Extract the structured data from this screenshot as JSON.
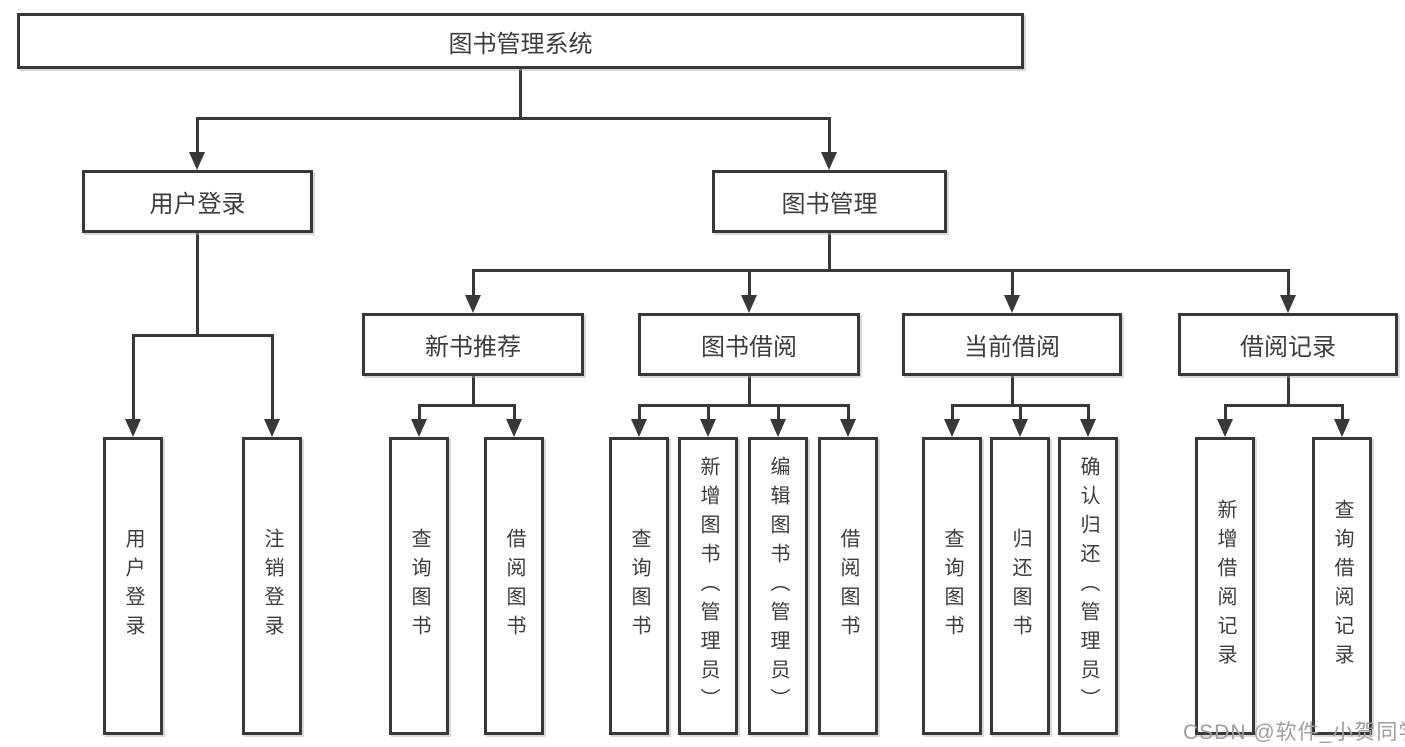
{
  "diagram": {
    "root": {
      "label": "图书管理系统"
    },
    "level2": [
      {
        "label": "用户登录"
      },
      {
        "label": "图书管理"
      }
    ],
    "level3": [
      {
        "label": "新书推荐"
      },
      {
        "label": "图书借阅"
      },
      {
        "label": "当前借阅"
      },
      {
        "label": "借阅记录"
      }
    ],
    "leaves": [
      {
        "label": "用户登录"
      },
      {
        "label": "注销登录"
      },
      {
        "label": "查询图书"
      },
      {
        "label": "借阅图书"
      },
      {
        "label": "查询图书"
      },
      {
        "label": "新增图书（管理员）"
      },
      {
        "label": "编辑图书（管理员）"
      },
      {
        "label": "借阅图书"
      },
      {
        "label": "查询图书"
      },
      {
        "label": "归还图书"
      },
      {
        "label": "确认归还（管理员）"
      },
      {
        "label": "新增借阅记录"
      },
      {
        "label": "查询借阅记录"
      }
    ]
  },
  "watermark": {
    "text": "CSDN @软件_小贺同学"
  },
  "colors": {
    "line": "#383838",
    "text": "#3d3d3d",
    "watermark_text": "#9aa0a6",
    "background": "#ffffff"
  }
}
